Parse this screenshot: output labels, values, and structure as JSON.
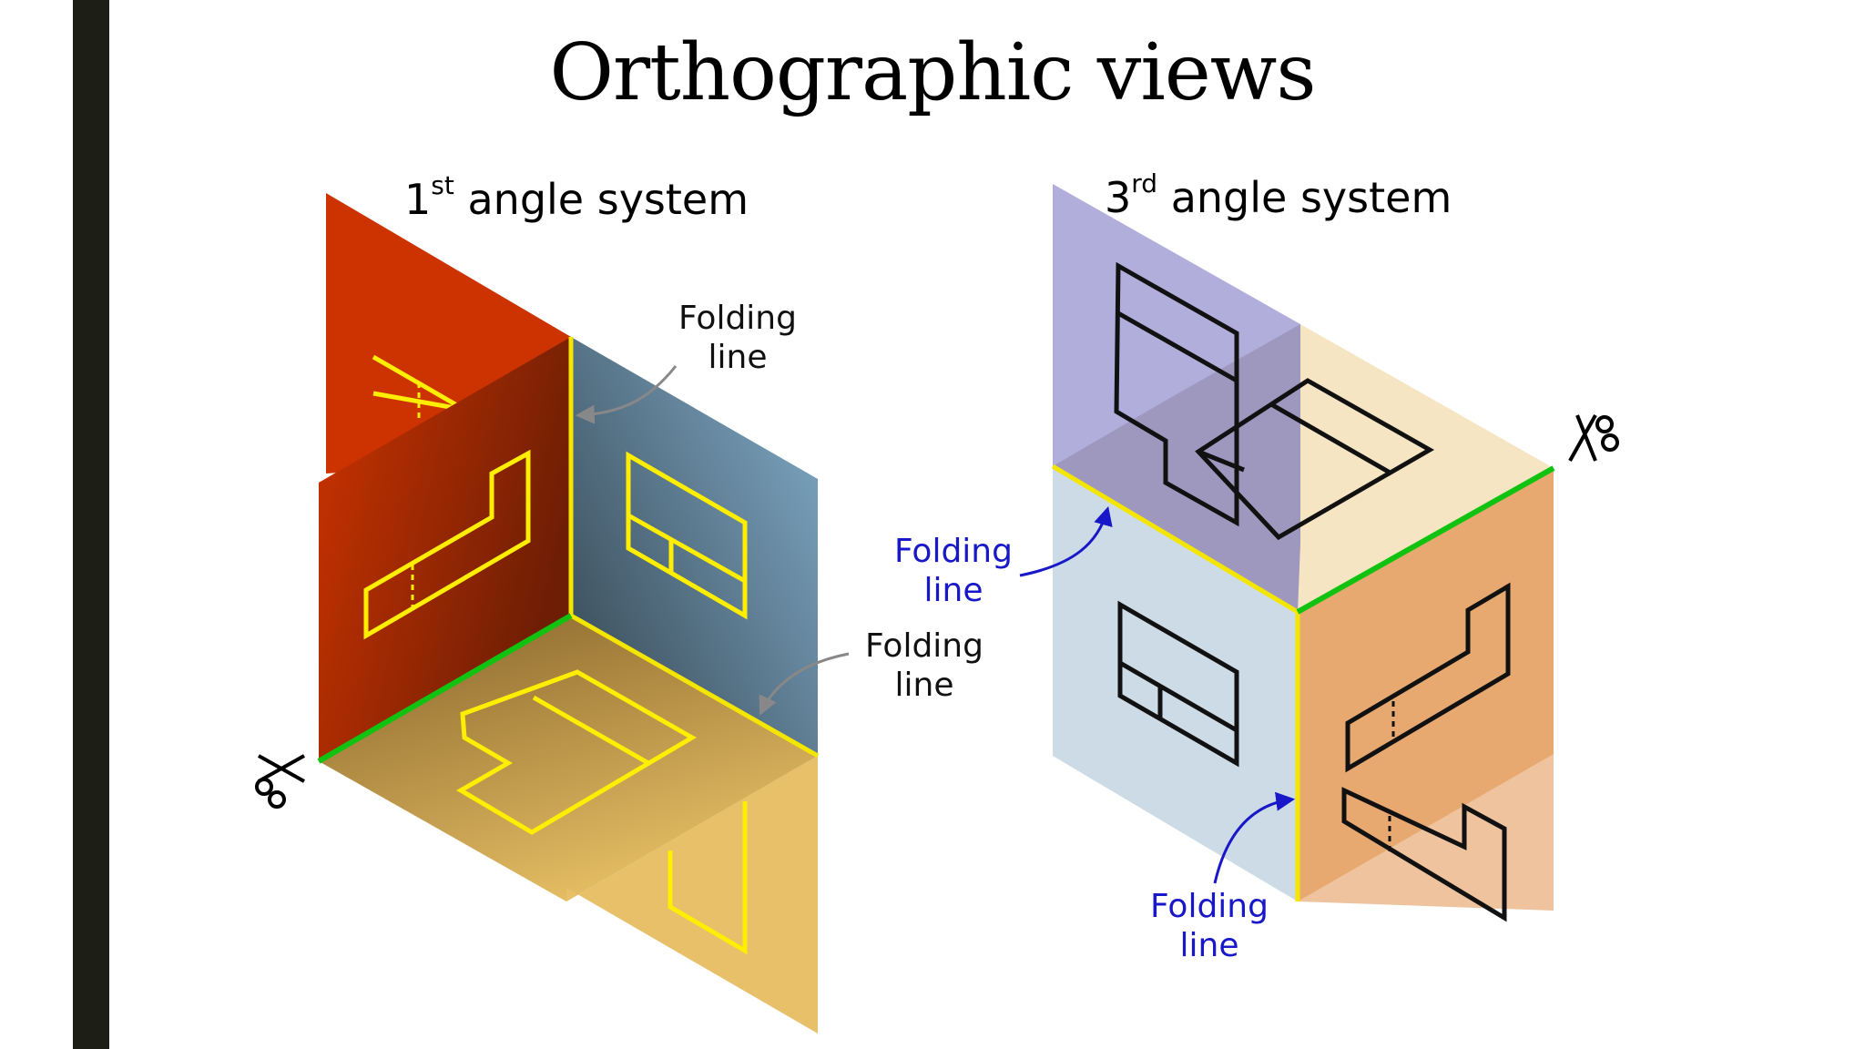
{
  "title": "Orthographic views",
  "systems": {
    "first": {
      "number": "1",
      "suffix": "st",
      "label": "angle system"
    },
    "third": {
      "number": "3",
      "suffix": "rd",
      "label": "angle system"
    }
  },
  "fold_labels": {
    "first_top": {
      "line1": "Folding",
      "line2": "line"
    },
    "first_bottom": {
      "line1": "Folding",
      "line2": "line"
    },
    "third_left": {
      "line1": "Folding",
      "line2": "line"
    },
    "third_bottom": {
      "line1": "Folding",
      "line2": "line"
    }
  },
  "colors": {
    "sidebar": "#1d1e16",
    "first_left_panel": "#cc3300",
    "first_right_panel": "#6f97b3",
    "first_bottom_panel": "#e6bb55",
    "third_top_panel": "#a9a5d8",
    "third_left_panel": "#cddbe7",
    "third_right_panel": "#eec39d",
    "third_back_panel": "#f5e6c4",
    "fold_line_yellow": "#f5e600",
    "fold_line_green": "#11c211",
    "view_outline_first": "#ffee00",
    "view_outline_third": "#111111",
    "fold_label_first": "#111111",
    "fold_label_third": "#1818c8"
  },
  "icons": [
    "scissors-icon",
    "scissors-icon"
  ]
}
